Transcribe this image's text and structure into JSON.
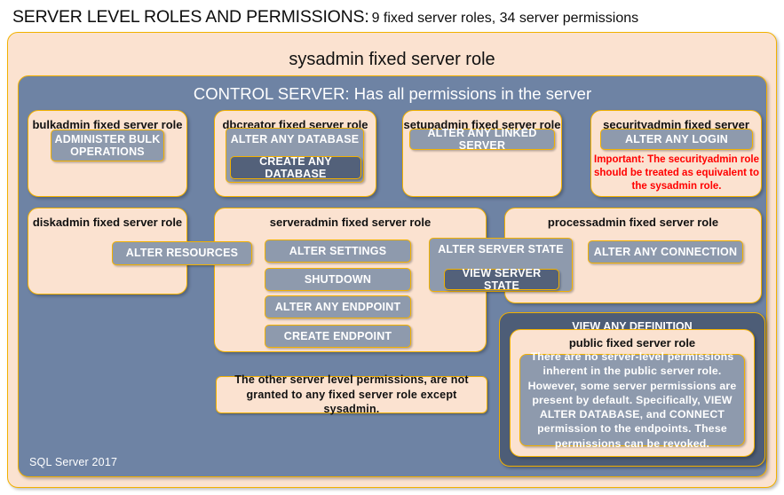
{
  "header": {
    "title": "SERVER LEVEL ROLES AND PERMISSIONS:",
    "subtitle": "9 fixed server roles, 34 server permissions"
  },
  "colors": {
    "peach_fill": "#fbe2d0",
    "gold_border": "#f2b100",
    "slate_fill": "#6e83a4",
    "navy_fill": "#4d5d77",
    "pill_fill": "#8e9aad",
    "pill_dark_fill": "#53617a",
    "warning_text": "#ff0000",
    "title_text": "#0d0d0d"
  },
  "sysadmin": {
    "label": "sysadmin  fixed  server  role"
  },
  "control_server": {
    "label": "CONTROL SERVER: Has all permissions in the server"
  },
  "roles": {
    "bulkadmin": {
      "label": "bulkadmin  fixed server role",
      "permissions": [
        "ADMINISTER  BULK OPERATIONS"
      ]
    },
    "dbcreator": {
      "label": "dbcreator fixed server role",
      "permissions": [
        "ALTER ANY DATABASE",
        "CREATE  ANY DATABASE"
      ]
    },
    "setupadmin": {
      "label": "setupadmin fixed server role",
      "permissions": [
        "ALTER ANY LINKED SERVER"
      ]
    },
    "securityadmin": {
      "label": "securityadmin  fixed server role",
      "permissions": [
        "ALTER ANY LOGIN"
      ],
      "warning": "Important:  The securityadmin role should  be treated as equivalent to the sysadmin role."
    },
    "diskadmin": {
      "label": "diskadmin  fixed server role",
      "permissions": [
        "ALTER RESOURCES"
      ]
    },
    "serveradmin": {
      "label": "serveradmin fixed server role",
      "permissions": [
        "ALTER SETTINGS",
        "SHUTDOWN",
        "ALTER ANY ENDPOINT",
        "CREATE  ENDPOINT"
      ],
      "shared_permission": "ALTER SERVER STATE",
      "shared_nested_permission": "VIEW SERVER STATE"
    },
    "processadmin": {
      "label": "processadmin fixed server role",
      "permissions": [
        "ALTER ANY CONNECTION"
      ]
    },
    "public": {
      "outer_permission": "VIEW ANY DEFINITION",
      "label": "public  fixed server role",
      "description": "There are no server-level permissions inherent in the public server role. However, some server permissions are present by default. Specifically, VIEW ALTER DATABASE, and CONNECT permission to the endpoints. These permissions can be revoked."
    }
  },
  "other_permissions_note": "The other server level permissions,  are not granted to any fixed server role except sysadmin.",
  "footer": {
    "product": "SQL Server 2017"
  }
}
